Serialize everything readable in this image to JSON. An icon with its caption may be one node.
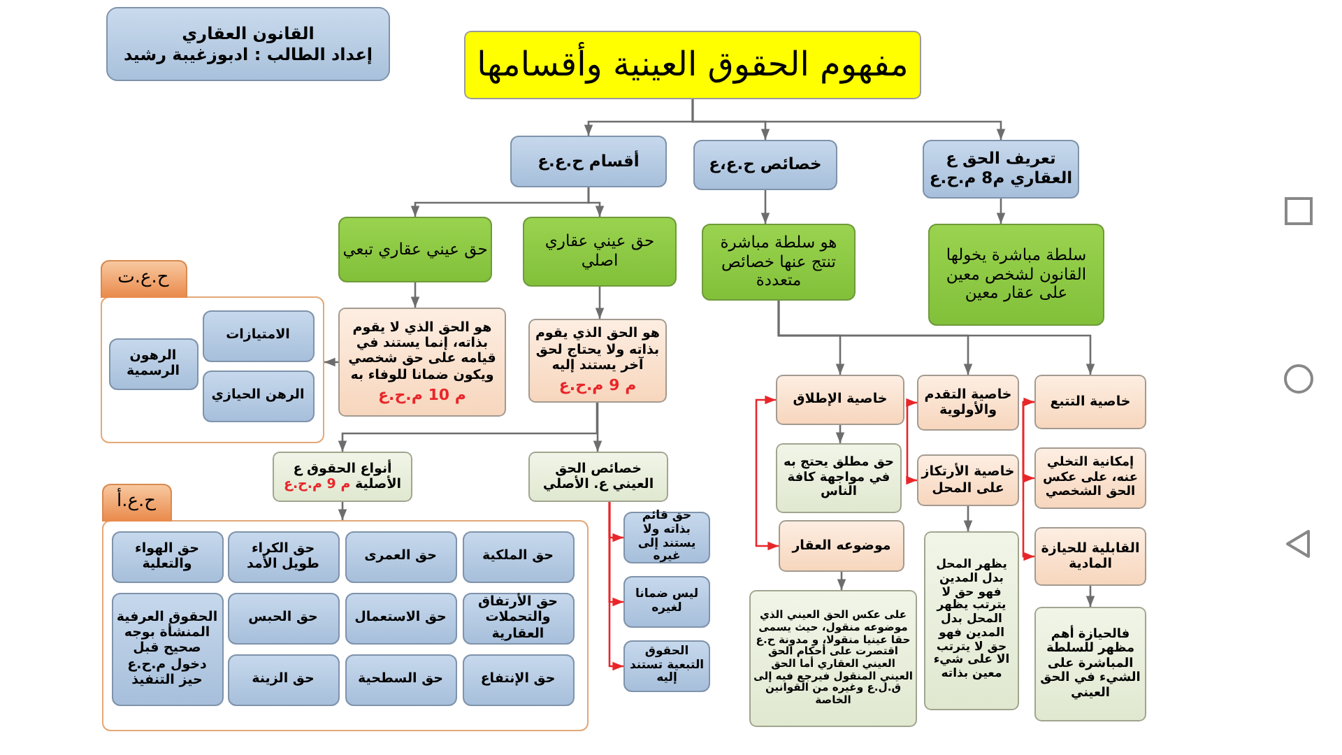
{
  "diagram": {
    "nodes": [
      {
        "text": [
          "القانون العقاري",
          "إعداد الطالب : ادبوزغيبة رشيد"
        ]
      },
      {
        "text": [
          "مفهوم الحقوق العينية وأقسامها"
        ]
      },
      {
        "text": [
          "تعريف الحق ع العقاري م8 م.ح.ع"
        ]
      },
      {
        "text": [
          "خصائص ح.ع،ع"
        ]
      },
      {
        "text": [
          "أقسام ح.ع.ع"
        ]
      },
      {
        "text": [
          "سلطة مباشرة يخولها القانون لشخص معين على عقار معين"
        ]
      },
      {
        "text": [
          "هو سلطة مباشرة تنتج عنها خصائص متعددة"
        ]
      },
      {
        "text": [
          "حق عيني عقاري اصلي"
        ]
      },
      {
        "text": [
          "حق عيني عقاري تبعي"
        ]
      },
      {
        "text": [
          "هو الحق الذي يقوم بذاته ولا يحتاج لحق آخر يستند إليه",
          "م 9 م.ح.ع"
        ]
      },
      {
        "text": [
          "هو الحق الذي لا يقوم بذاته، إنما يستند في قيامه على حق شخصي ويكون ضمانا للوفاء به",
          "م 10 م.ح.ع"
        ]
      },
      {
        "text": [
          "ح.ع.ت"
        ]
      },
      {
        "text": [
          "الامتيازات"
        ],
        "in": 11
      },
      {
        "text": [
          "الرهون الرسمية"
        ],
        "in": 11
      },
      {
        "text": [
          "الرهن الحيازي"
        ],
        "in": 11
      },
      {
        "text": [
          "أنواع الحقوق ع الأصلية",
          "م 9 م.ح.ع"
        ]
      },
      {
        "text": [
          "خصائص الحق العيني ع. الأصلي"
        ]
      },
      {
        "text": [
          "ح.ع.أ"
        ]
      },
      {
        "text": [
          "حق الملكية"
        ],
        "in": 17
      },
      {
        "text": [
          "حق العمرى"
        ],
        "in": 17
      },
      {
        "text": [
          "حق الكراء طويل الأمد"
        ],
        "in": 17
      },
      {
        "text": [
          "حق الهواء والتعلية"
        ],
        "in": 17
      },
      {
        "text": [
          "حق الأرتفاق والتحملات العقارية"
        ],
        "in": 17
      },
      {
        "text": [
          "حق الاستعمال"
        ],
        "in": 17
      },
      {
        "text": [
          "حق الحبس"
        ],
        "in": 17
      },
      {
        "text": [
          "الحقوق العرفية المنشأة بوجه صحيح قبل دخول م.ح.ع حيز التنفيذ"
        ],
        "in": 17
      },
      {
        "text": [
          "حق الإنتفاع"
        ],
        "in": 17
      },
      {
        "text": [
          "حق السطحية"
        ],
        "in": 17
      },
      {
        "text": [
          "حق الزينة"
        ],
        "in": 17
      },
      {
        "text": [
          "حق قائم بذاته ولا يستند إلى غيره"
        ]
      },
      {
        "text": [
          "ليس ضمانا لغيره"
        ]
      },
      {
        "text": [
          "الحقوق التبعية تستند إليه"
        ]
      },
      {
        "text": [
          "خاصية الإطلاق"
        ]
      },
      {
        "text": [
          "خاصية التقدم والأولوية"
        ]
      },
      {
        "text": [
          "خاصية التتبع"
        ]
      },
      {
        "text": [
          "حق مطلق يحتج به في مواجهة كافة الناس"
        ]
      },
      {
        "text": [
          "خاصية الأرتكاز على المحل"
        ]
      },
      {
        "text": [
          "إمكانية التخلي عنه، على عكس الحق الشخصي"
        ]
      },
      {
        "text": [
          "موضوعه العقار"
        ]
      },
      {
        "text": [
          "يظهر المحل بدل المدين فهو حق لا يترتب يظهر المحل بدل المدين فهو حق لا يترتب الا على شيء معين بذاته"
        ]
      },
      {
        "text": [
          "القابلية للحيازة المادية"
        ]
      },
      {
        "text": [
          "على عكس الحق العيني الذي موضوعه منقول، حيث يسمى حقا عينيا منقولا، و مدونة ح.ع اقتصرت على أحكام الحق العيني العقاري أما الحق العيني المنقول فيرجع فيه إلى ق.ل.ع وغيره من القوانين الخاصة"
        ]
      },
      {
        "text": [
          "فالحيازة أهم مظهر للسلطة المباشرة على الشيء في الحق العيني"
        ]
      }
    ],
    "edges": [
      {
        "from": 1,
        "to": 2,
        "arrow": "to"
      },
      {
        "from": 1,
        "to": 3,
        "arrow": "to"
      },
      {
        "from": 1,
        "to": 4,
        "arrow": "to"
      },
      {
        "from": 2,
        "to": 5,
        "arrow": "to"
      },
      {
        "from": 3,
        "to": 6,
        "arrow": "to"
      },
      {
        "from": 4,
        "to": 7,
        "arrow": "to"
      },
      {
        "from": 4,
        "to": 8,
        "arrow": "to"
      },
      {
        "from": 7,
        "to": 9,
        "arrow": "to"
      },
      {
        "from": 8,
        "to": 10,
        "arrow": "to"
      },
      {
        "from": 10,
        "to": 11,
        "arrow": "to"
      },
      {
        "from": 9,
        "to": 16,
        "arrow": "to"
      },
      {
        "from": 9,
        "to": 15,
        "arrow": "to"
      },
      {
        "from": 6,
        "to": 32,
        "arrow": "to"
      },
      {
        "from": 6,
        "to": 33,
        "arrow": "to"
      },
      {
        "from": 6,
        "to": 34,
        "arrow": "to"
      },
      {
        "from": 15,
        "to": 17,
        "arrow": "to"
      },
      {
        "from": 32,
        "to": 35,
        "arrow": "to"
      },
      {
        "from": 36,
        "to": 39,
        "arrow": "to"
      },
      {
        "from": 40,
        "to": 42,
        "arrow": "to"
      },
      {
        "from": 38,
        "to": 41,
        "arrow": "to"
      },
      {
        "from": 16,
        "to": 29,
        "arrow": "to",
        "color": "#e8262a"
      },
      {
        "from": 16,
        "to": 30,
        "arrow": "to",
        "color": "#e8262a"
      },
      {
        "from": 16,
        "to": 31,
        "arrow": "to",
        "color": "#e8262a"
      },
      {
        "from": 32,
        "to": 38,
        "arrow": "both",
        "color": "#e8262a"
      },
      {
        "from": 33,
        "to": 36,
        "arrow": "both",
        "color": "#e8262a"
      },
      {
        "from": 34,
        "to": 37,
        "arrow": "to",
        "color": "#e8262a"
      },
      {
        "from": 34,
        "to": 40,
        "arrow": "both",
        "color": "#e8262a"
      }
    ]
  }
}
